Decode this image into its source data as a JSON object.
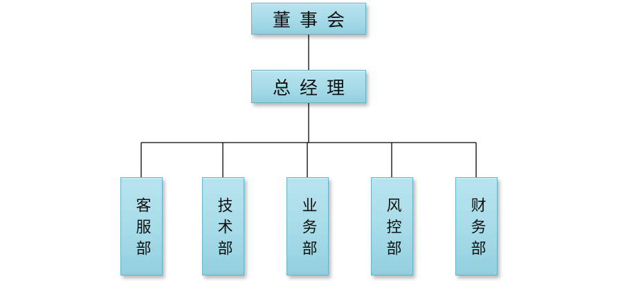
{
  "org_chart": {
    "board": {
      "label": "董事会"
    },
    "general_manager": {
      "label": "总经理"
    },
    "departments": [
      {
        "label": "客服部"
      },
      {
        "label": "技术部"
      },
      {
        "label": "业务部"
      },
      {
        "label": "风控部"
      },
      {
        "label": "财务部"
      }
    ]
  },
  "colors": {
    "box_fill": "#a6dbe8",
    "box_border": "#5fb2c7",
    "connector": "#000000",
    "text": "#111111"
  }
}
